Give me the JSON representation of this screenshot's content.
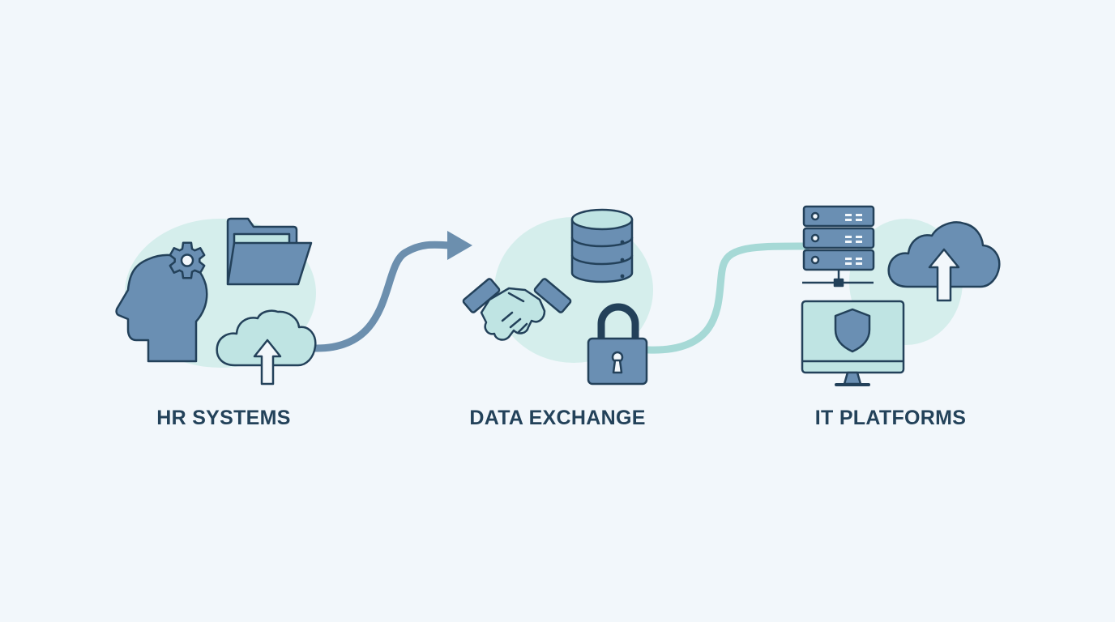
{
  "stages": [
    {
      "id": "hr",
      "label": "HR SYSTEMS",
      "icons": [
        "head-gears-icon",
        "folder-icon",
        "cloud-upload-icon"
      ]
    },
    {
      "id": "dx",
      "label": "DATA EXCHANGE",
      "icons": [
        "database-icon",
        "handshake-icon",
        "padlock-icon"
      ]
    },
    {
      "id": "it",
      "label": "IT PLATFORMS",
      "icons": [
        "server-rack-icon",
        "cloud-upload-icon",
        "monitor-shield-icon"
      ]
    }
  ],
  "connectors": [
    {
      "from": "hr",
      "to": "dx",
      "style": "arrow",
      "color": "#6c8fae"
    },
    {
      "from": "dx",
      "to": "it",
      "style": "line",
      "color": "#a6d9d6"
    }
  ],
  "colors": {
    "background": "#f2f7fb",
    "icon_fill": "#6a8fb3",
    "icon_stroke": "#23415a",
    "icon_light": "#bfe4e3",
    "halo": "#d5eeec",
    "label": "#23425a"
  }
}
